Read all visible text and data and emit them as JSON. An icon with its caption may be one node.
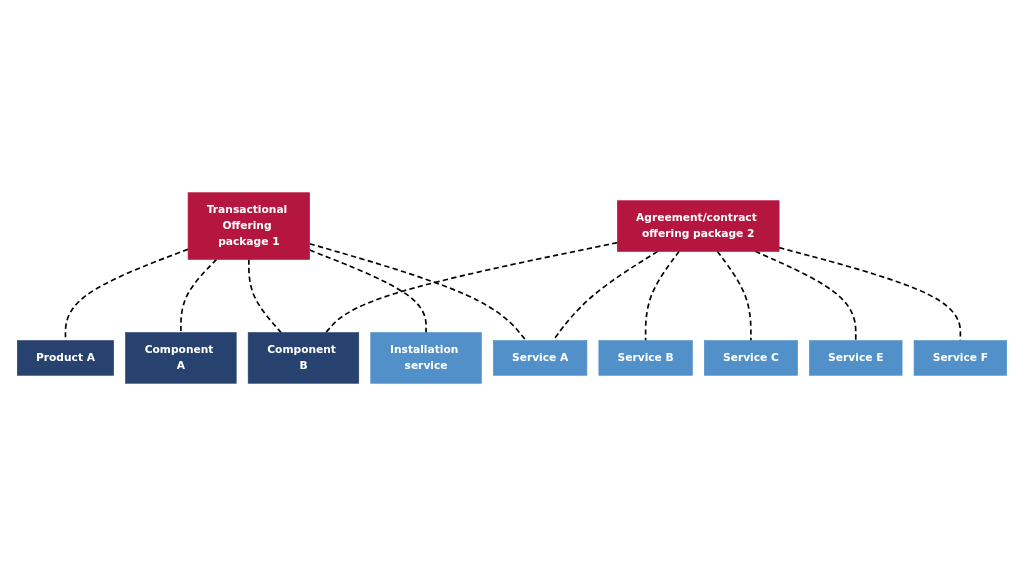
{
  "diagram": {
    "nodes": [
      {
        "text": [
          "Transactional Offering package 1"
        ]
      },
      {
        "text": [
          "Agreement/contract offering package 2"
        ]
      },
      {
        "text": [
          "Product A"
        ]
      },
      {
        "text": [
          "Component A"
        ]
      },
      {
        "text": [
          "Component B"
        ]
      },
      {
        "text": [
          "Installation service"
        ]
      },
      {
        "text": [
          "Service A"
        ]
      },
      {
        "text": [
          "Service B"
        ]
      },
      {
        "text": [
          "Service C"
        ]
      },
      {
        "text": [
          "Service E"
        ]
      },
      {
        "text": [
          "Service F"
        ]
      }
    ],
    "edges": [
      {
        "from": 0,
        "to": 2,
        "arrow": "none",
        "style": "dashed"
      },
      {
        "from": 0,
        "to": 3,
        "arrow": "none",
        "style": "dashed"
      },
      {
        "from": 0,
        "to": 4,
        "arrow": "none",
        "style": "dashed"
      },
      {
        "from": 0,
        "to": 5,
        "arrow": "none",
        "style": "dashed"
      },
      {
        "from": 0,
        "to": 6,
        "arrow": "none",
        "style": "dashed"
      },
      {
        "from": 1,
        "to": 4,
        "arrow": "none",
        "style": "dashed"
      },
      {
        "from": 1,
        "to": 6,
        "arrow": "none",
        "style": "dashed"
      },
      {
        "from": 1,
        "to": 7,
        "arrow": "none",
        "style": "dashed"
      },
      {
        "from": 1,
        "to": 8,
        "arrow": "none",
        "style": "dashed"
      },
      {
        "from": 1,
        "to": 9,
        "arrow": "none",
        "style": "dashed"
      },
      {
        "from": 1,
        "to": 10,
        "arrow": "none",
        "style": "dashed"
      }
    ]
  }
}
